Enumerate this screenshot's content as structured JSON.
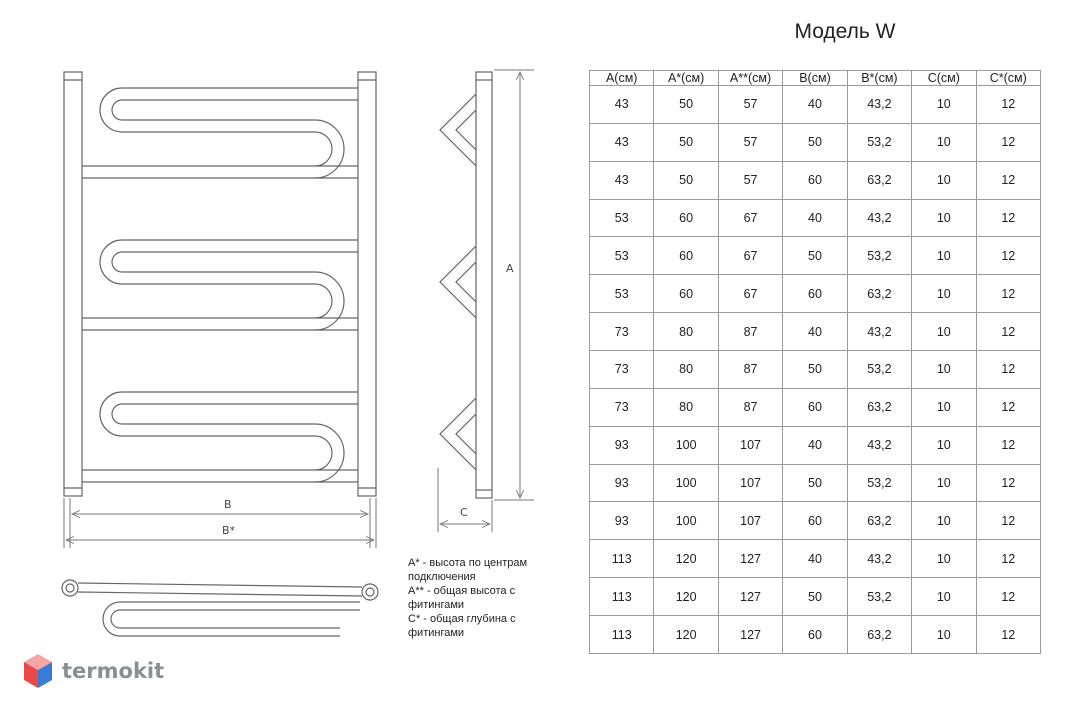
{
  "title": "Модель W",
  "labels": {
    "a": "A",
    "b": "B",
    "b_star": "B*",
    "c": "C"
  },
  "table": {
    "headers": [
      "A(см)",
      "A*(см)",
      "A**(см)",
      "B(см)",
      "B*(см)",
      "C(см)",
      "C*(см)"
    ],
    "rows": [
      [
        "43",
        "50",
        "57",
        "40",
        "43,2",
        "10",
        "12"
      ],
      [
        "43",
        "50",
        "57",
        "50",
        "53,2",
        "10",
        "12"
      ],
      [
        "43",
        "50",
        "57",
        "60",
        "63,2",
        "10",
        "12"
      ],
      [
        "53",
        "60",
        "67",
        "40",
        "43,2",
        "10",
        "12"
      ],
      [
        "53",
        "60",
        "67",
        "50",
        "53,2",
        "10",
        "12"
      ],
      [
        "53",
        "60",
        "67",
        "60",
        "63,2",
        "10",
        "12"
      ],
      [
        "73",
        "80",
        "87",
        "40",
        "43,2",
        "10",
        "12"
      ],
      [
        "73",
        "80",
        "87",
        "50",
        "53,2",
        "10",
        "12"
      ],
      [
        "73",
        "80",
        "87",
        "60",
        "63,2",
        "10",
        "12"
      ],
      [
        "93",
        "100",
        "107",
        "40",
        "43,2",
        "10",
        "12"
      ],
      [
        "93",
        "100",
        "107",
        "50",
        "53,2",
        "10",
        "12"
      ],
      [
        "93",
        "100",
        "107",
        "60",
        "63,2",
        "10",
        "12"
      ],
      [
        "113",
        "120",
        "127",
        "40",
        "43,2",
        "10",
        "12"
      ],
      [
        "113",
        "120",
        "127",
        "50",
        "53,2",
        "10",
        "12"
      ],
      [
        "113",
        "120",
        "127",
        "60",
        "63,2",
        "10",
        "12"
      ]
    ]
  },
  "legend": [
    "A* - высота по центрам",
    "подключения",
    "A** - общая высота с",
    "фитингами",
    "C* - общая глубина с",
    "фитингами"
  ],
  "brand": {
    "name": "termokit",
    "icon": "cube-logo-icon",
    "colors": [
      "#e84a4a",
      "#3a7bd5",
      "#f2a6a6"
    ]
  }
}
